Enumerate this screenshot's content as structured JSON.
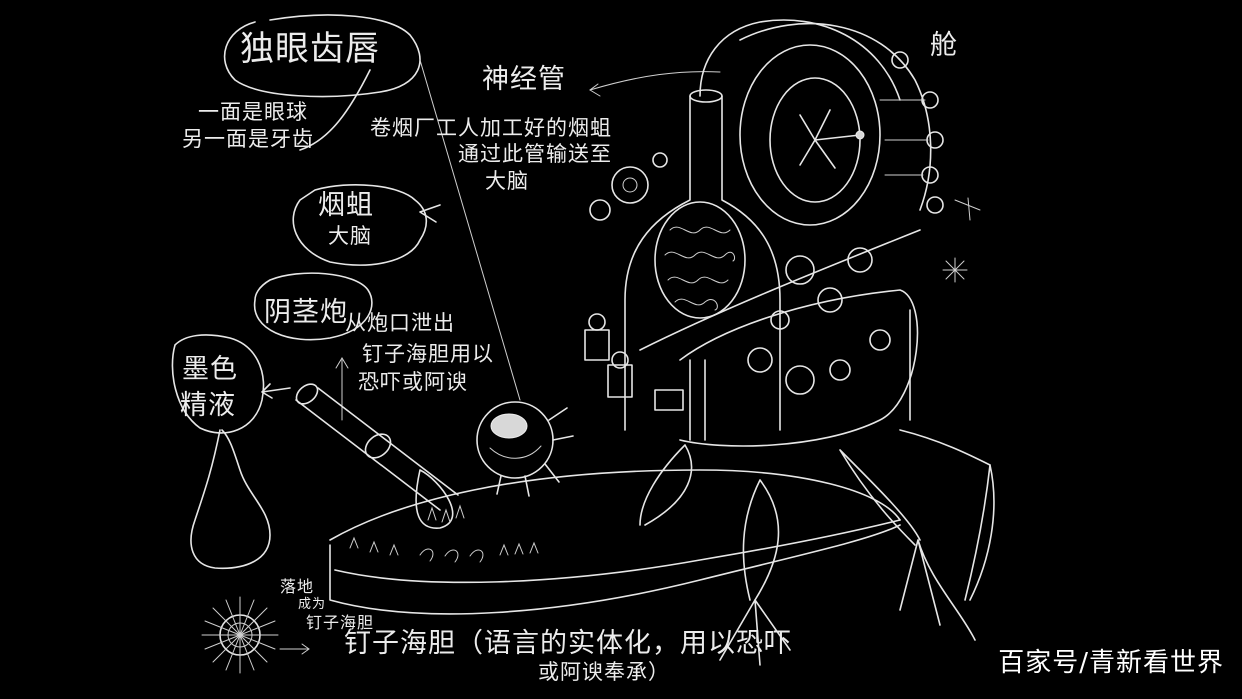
{
  "artwork": {
    "subject": "chalk sketch of a surreal smoking machine creature",
    "background_color": "#000000",
    "stroke_color": "#e6e6e6"
  },
  "annotations": {
    "one_eye_teeth_lips": {
      "title": "独眼齿唇",
      "desc_line1": "一面是眼球",
      "desc_line2": "另一面是牙齿"
    },
    "nerve_tube": {
      "title": "神经管",
      "line1": "卷烟厂工人加工好的烟蛆",
      "line2": "通过此管输送至",
      "line3": "大脑"
    },
    "maggot_brain": {
      "line1": "烟蛆",
      "line2": "大脑"
    },
    "cannon": {
      "title": "阴茎炮",
      "line1": "从炮口泄出",
      "line2": "钉子海胆用以",
      "line3": "恐吓或阿谀"
    },
    "black_fluid": {
      "line1": "墨色",
      "line2": "精液"
    },
    "landing": {
      "line1": "落地",
      "line2": "成为",
      "line3": "钉子海胆"
    },
    "urchin_caption": {
      "line1": "钉子海胆（语言的实体化，用以恐吓",
      "line2": "或阿谀奉承）"
    },
    "cabin": {
      "title": "舱"
    }
  },
  "watermark": {
    "text": "百家号/青新看世界"
  }
}
